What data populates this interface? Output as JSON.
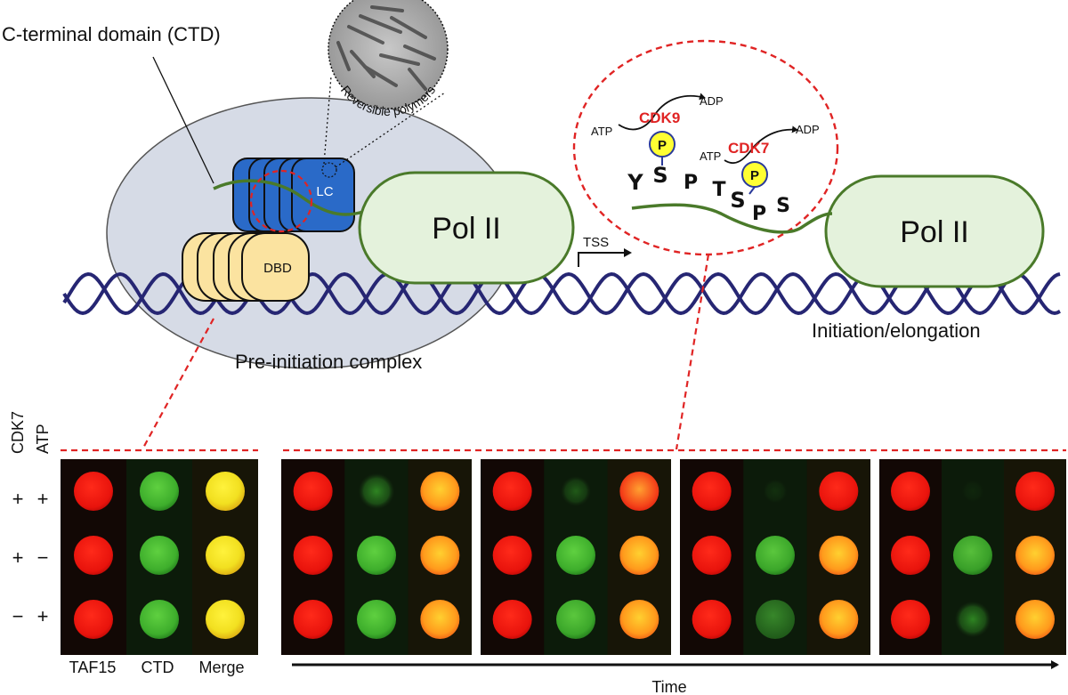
{
  "labels": {
    "ctd": "C-terminal domain (CTD)",
    "reversible_polymers": "Reversible polymers",
    "lc": "LC",
    "dbd": "DBD",
    "pol_ii_left": "Pol II",
    "pol_ii_right": "Pol II",
    "tss": "TSS",
    "pre_initiation": "Pre-initiation complex",
    "initiation_elongation": "Initiation/elongation",
    "cdk9": "CDK9",
    "cdk7": "CDK7",
    "atp_1": "ATP",
    "adp_1": "ADP",
    "atp_2": "ATP",
    "adp_2": "ADP",
    "phospho_1": "P",
    "phospho_2": "P",
    "time": "Time"
  },
  "sequence": [
    "Y",
    "S",
    "P",
    "T",
    "S",
    "P",
    "S"
  ],
  "row_header": {
    "cdk7": "CDK7",
    "atp": "ATP"
  },
  "rows": [
    {
      "cdk7": "+",
      "atp": "+"
    },
    {
      "cdk7": "+",
      "atp": "−"
    },
    {
      "cdk7": "−",
      "atp": "+"
    }
  ],
  "column_labels": [
    "TAF15",
    "CTD",
    "Merge"
  ],
  "colors": {
    "dna": "#262673",
    "ctd_line": "#4a7a2a",
    "lc": "#2a6ac8",
    "dbd": "#fbe3a0",
    "pol": "#e4f2dc",
    "pic_bg": "#d6dbe6",
    "dash": "#e02424",
    "red_label": "#e02424"
  },
  "droplet_panels": [
    {
      "rows": [
        {
          "taf15": 1.0,
          "ctd": 1.0,
          "merge": "yellow"
        },
        {
          "taf15": 1.0,
          "ctd": 1.0,
          "merge": "yellow"
        },
        {
          "taf15": 1.0,
          "ctd": 1.0,
          "merge": "yellow"
        }
      ]
    },
    {
      "rows": [
        {
          "taf15": 1.0,
          "ctd": 0.75,
          "merge": "orange"
        },
        {
          "taf15": 1.0,
          "ctd": 1.0,
          "merge": "orange"
        },
        {
          "taf15": 1.0,
          "ctd": 1.0,
          "merge": "orange"
        }
      ]
    },
    {
      "rows": [
        {
          "taf15": 1.0,
          "ctd": 0.45,
          "merge": "red-orange"
        },
        {
          "taf15": 1.0,
          "ctd": 1.0,
          "merge": "orange"
        },
        {
          "taf15": 1.0,
          "ctd": 0.95,
          "merge": "orange"
        }
      ]
    },
    {
      "rows": [
        {
          "taf15": 1.0,
          "ctd": 0.15,
          "merge": "red"
        },
        {
          "taf15": 1.0,
          "ctd": 0.95,
          "merge": "orange"
        },
        {
          "taf15": 1.0,
          "ctd": 0.85,
          "merge": "orange"
        }
      ]
    },
    {
      "rows": [
        {
          "taf15": 1.0,
          "ctd": 0.05,
          "merge": "red"
        },
        {
          "taf15": 1.0,
          "ctd": 0.9,
          "merge": "orange"
        },
        {
          "taf15": 1.0,
          "ctd": 0.75,
          "merge": "orange"
        }
      ]
    }
  ]
}
